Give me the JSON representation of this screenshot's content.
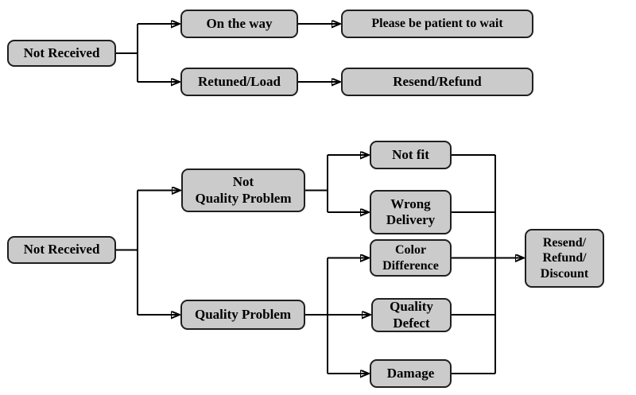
{
  "colors": {
    "background": "#ffffff",
    "node_fill": "#cbcbcb",
    "node_border": "#1f1f1f",
    "connector": "#000000",
    "text": "#000000"
  },
  "flow_top": {
    "not_received": "Not Received",
    "on_the_way": "On the way",
    "retuned_load": "Retuned/Load",
    "please_be_patient": "Please be patient to wait",
    "resend_refund": "Resend/Refund"
  },
  "flow_bottom": {
    "not_received": "Not Received",
    "not_quality_problem": [
      "Not",
      "Quality Problem"
    ],
    "quality_problem": "Quality Problem",
    "not_fit": "Not fit",
    "wrong_delivery": [
      "Wrong",
      "Delivery"
    ],
    "color_difference": [
      "Color",
      "Difference"
    ],
    "quality_defect": [
      "Quality",
      "Defect"
    ],
    "damage": "Damage",
    "resend_refund_discount": [
      "Resend/",
      "Refund/",
      "Discount"
    ]
  }
}
